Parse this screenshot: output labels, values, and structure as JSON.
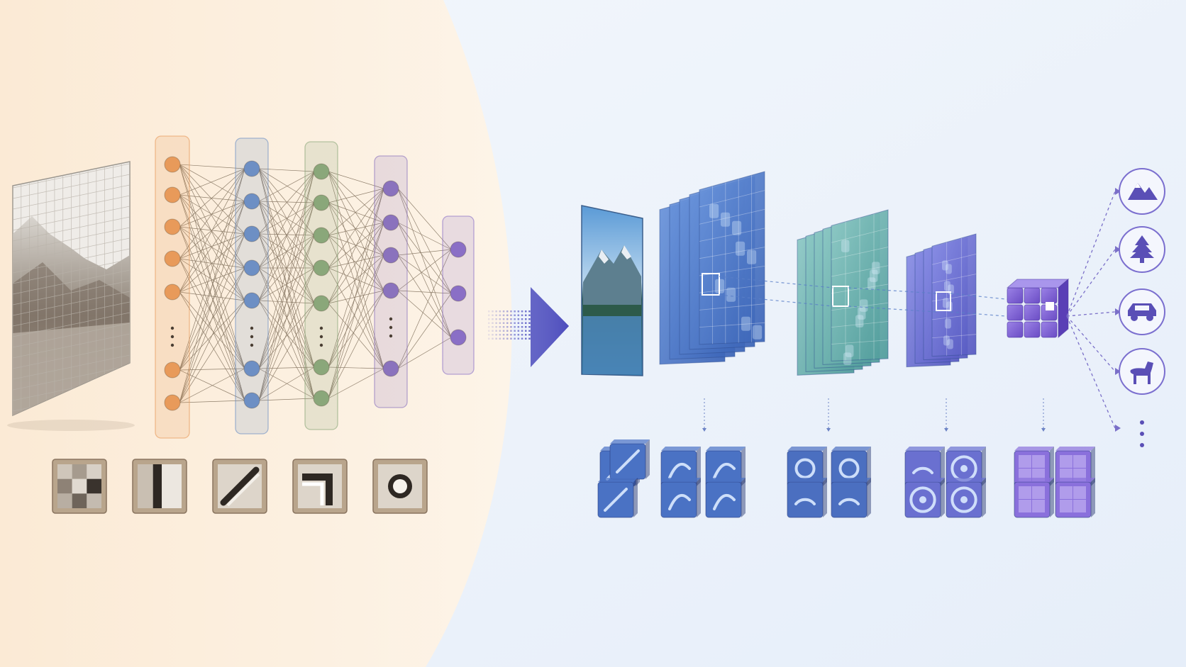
{
  "colors": {
    "left_bg": "#fdf1e1",
    "right_bg": "#eef4fb",
    "layer_orange": "#e89a5a",
    "layer_blue": "#6d8fc4",
    "layer_green": "#8aa77a",
    "layer_purple": "#8a72bd",
    "layer_violet": "#8a6fc6",
    "cnn_blue": "#4d78c8",
    "cnn_teal": "#6fb3b0",
    "cnn_indigo": "#6d6fd0",
    "cnn_purple": "#7a5fd0",
    "arrow": "#5a5bc4"
  },
  "mlp": {
    "layers": [
      {
        "color_key": "layer_orange",
        "nodes": 8,
        "has_ellipsis": true
      },
      {
        "color_key": "layer_blue",
        "nodes": 8,
        "has_ellipsis": true
      },
      {
        "color_key": "layer_green",
        "nodes": 8,
        "has_ellipsis": true
      },
      {
        "color_key": "layer_purple",
        "nodes": 6,
        "has_ellipsis": true
      },
      {
        "color_key": "layer_violet",
        "nodes": 3,
        "has_ellipsis": false
      }
    ],
    "feature_tiles": [
      "checker-pattern",
      "vertical-edge",
      "diagonal-edge",
      "corner",
      "blob"
    ]
  },
  "cnn": {
    "stages": [
      "conv-block-1",
      "conv-block-2",
      "conv-block-3",
      "feature-cube"
    ],
    "filter_groups": [
      "edge-filters",
      "curve-filters",
      "part-filters",
      "object-filters"
    ]
  },
  "outputs": [
    "mountain-icon",
    "tree-icon",
    "car-icon",
    "dog-icon"
  ]
}
